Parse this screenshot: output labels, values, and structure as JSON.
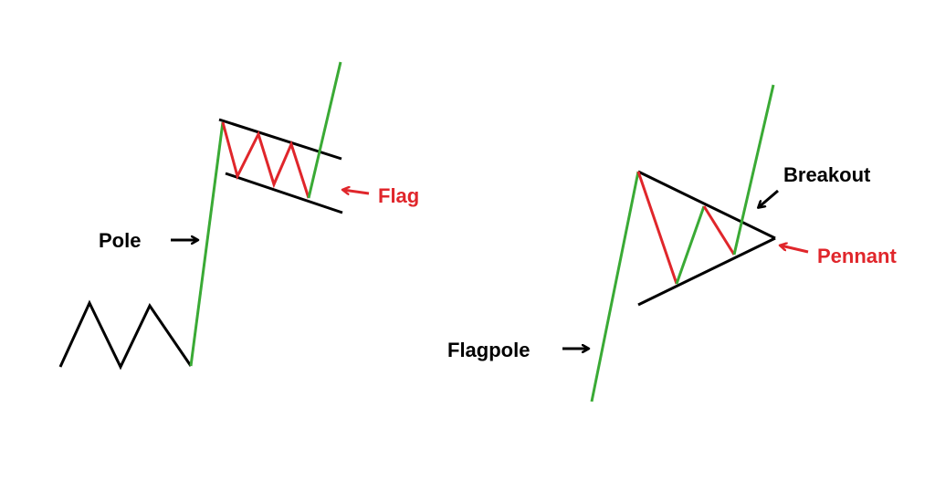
{
  "labels": {
    "pole": "Pole",
    "flag": "Flag",
    "flagpole": "Flagpole",
    "breakout": "Breakout",
    "pennant": "Pennant"
  },
  "colors": {
    "uptrend": "#3aaa35",
    "downtrend": "#e0262b",
    "line": "#000000",
    "accent_text": "#e0262b",
    "text": "#000000",
    "background": "#ffffff"
  }
}
